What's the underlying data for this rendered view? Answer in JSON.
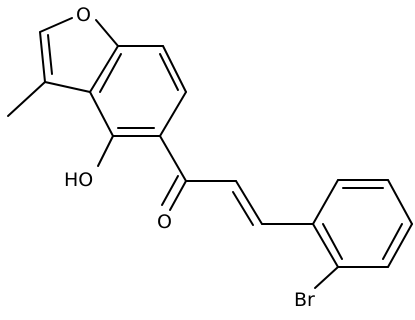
{
  "molecule": {
    "atoms": {
      "furan_oxygen": "O",
      "hydroxyl": "HO",
      "carbonyl_oxygen": "O",
      "bromine": "Br"
    },
    "colors": {
      "bond": "#000000",
      "label": "#000000",
      "background": "#ffffff"
    }
  }
}
